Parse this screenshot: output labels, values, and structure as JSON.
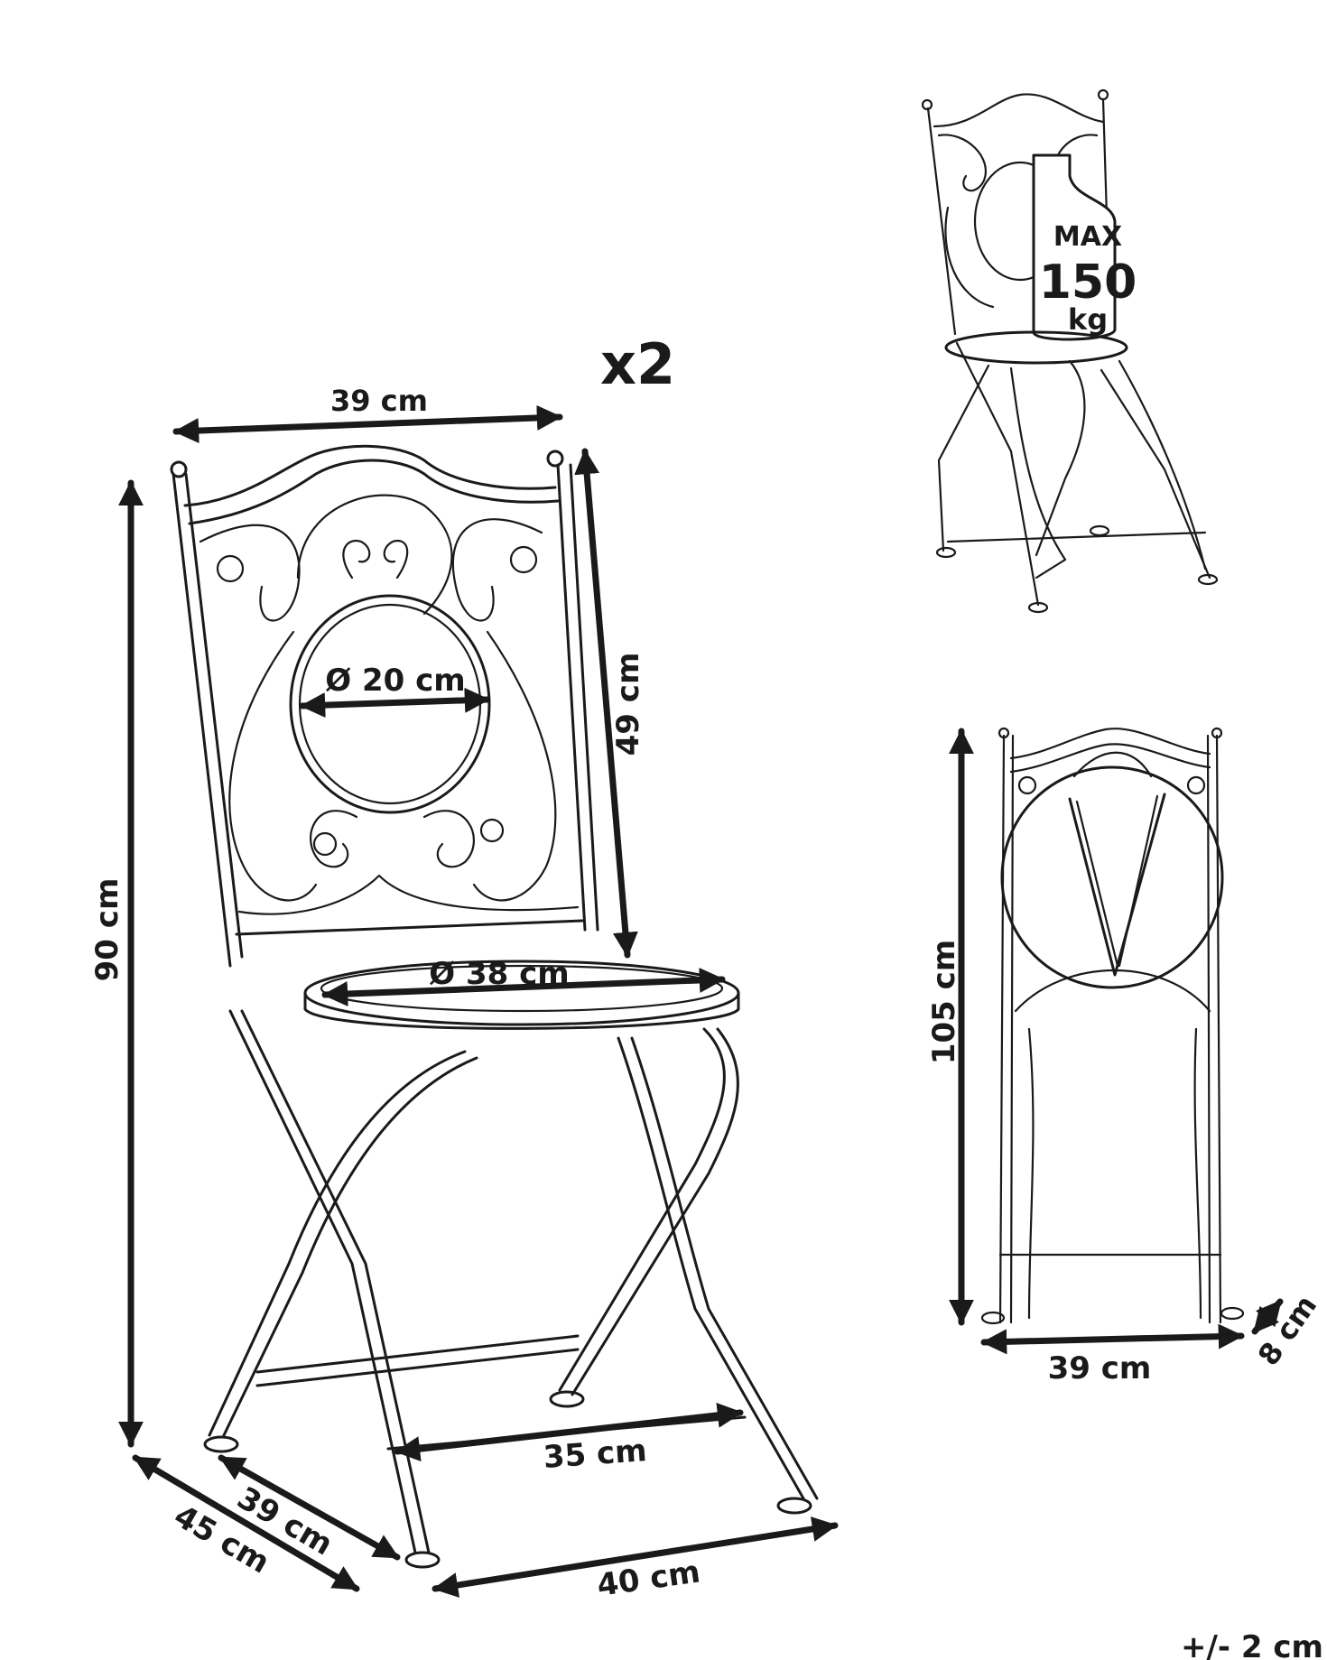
{
  "quantity": "x2",
  "capacity": {
    "line1": "MAX",
    "line2": "150",
    "line3": "kg"
  },
  "dimensions": {
    "backrest_width": "39 cm",
    "medallion_diameter": "Ø 20 cm",
    "backrest_height": "49 cm",
    "total_height": "90 cm",
    "seat_diameter": "Ø 38 cm",
    "leg_span": "35 cm",
    "depth_inner": "39 cm",
    "depth_outer": "45 cm",
    "base_width": "40 cm",
    "folded_height": "105 cm",
    "folded_width": "39 cm",
    "folded_depth": "8 cm",
    "tolerance": "+/- 2 cm"
  },
  "colors": {
    "line": "#1a1a1a",
    "background": "#ffffff"
  }
}
